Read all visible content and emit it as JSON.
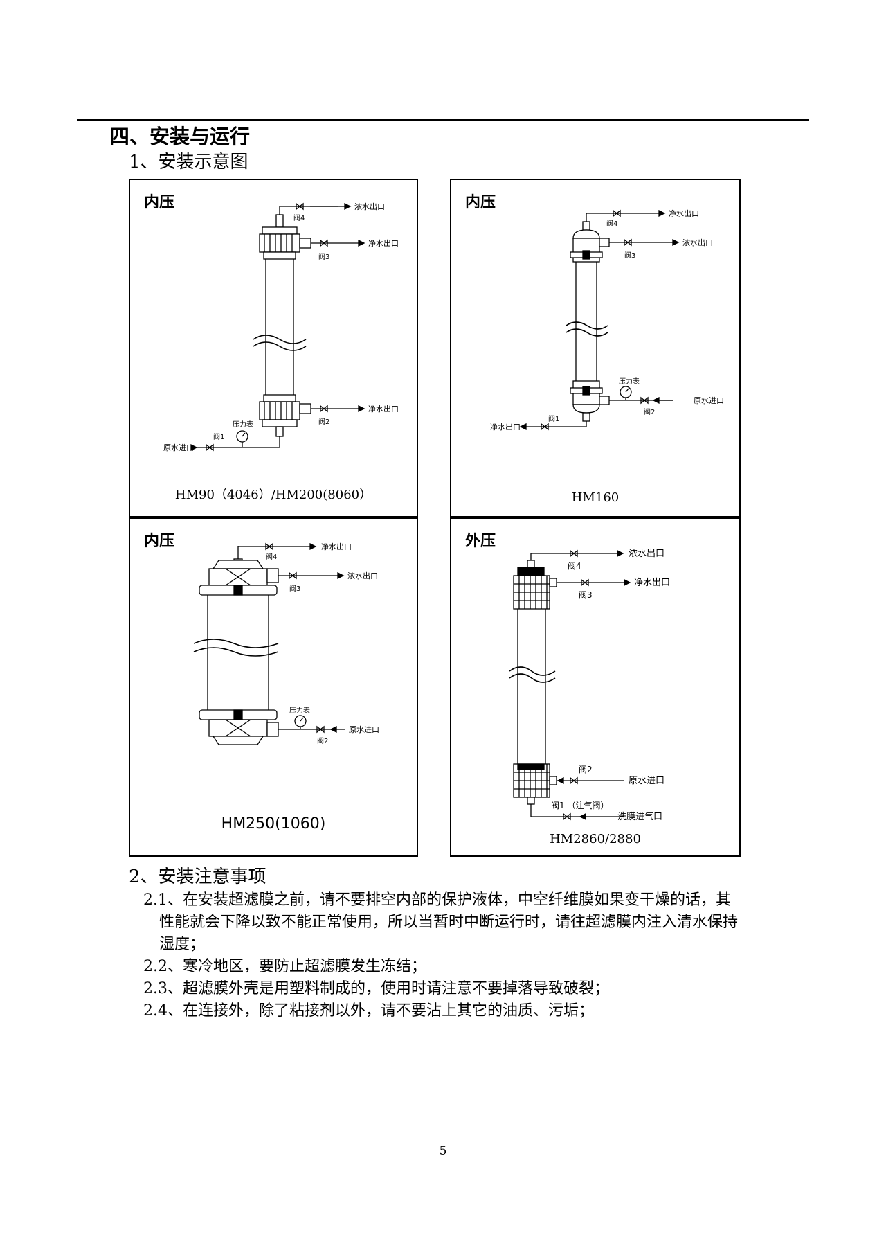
{
  "section_title": "四、安装与运行",
  "sub1": "1、安装示意图",
  "sub2": "2、安装注意事项",
  "labels": {
    "concentrate_outlet": "浓水出口",
    "clean_outlet": "净水出口",
    "raw_inlet": "原水进口",
    "pressure_gauge": "压力表",
    "valve1": "阀1",
    "valve2": "阀2",
    "valve3": "阀3",
    "valve4": "阀4",
    "valve1_air": "阀1 （注气阀）",
    "membrane_air_inlet": "洗膜进气口"
  },
  "panels": [
    {
      "type": "内压",
      "model": "HM90（4046）/HM200(8060）"
    },
    {
      "type": "内压",
      "model": "HM160"
    },
    {
      "type": "内压",
      "model": "HM250(1060)"
    },
    {
      "type": "外压",
      "model": "HM2860/2880"
    }
  ],
  "notes": {
    "n1_line1": "2.1、在安装超滤膜之前，请不要排空内部的保护液体，中空纤维膜如果变干燥的话，其",
    "n1_line2": "性能就会下降以致不能正常使用，所以当暂时中断运行时，请往超滤膜内注入清水保持",
    "n1_line3": "湿度；",
    "n2": "2.2、寒冷地区，要防止超滤膜发生冻结；",
    "n3": "2.3、超滤膜外壳是用塑料制成的，使用时请注意不要掉落导致破裂；",
    "n4": "2.4、在连接外，除了粘接剂以外，请不要沾上其它的油质、污垢；"
  },
  "page_number": "5"
}
